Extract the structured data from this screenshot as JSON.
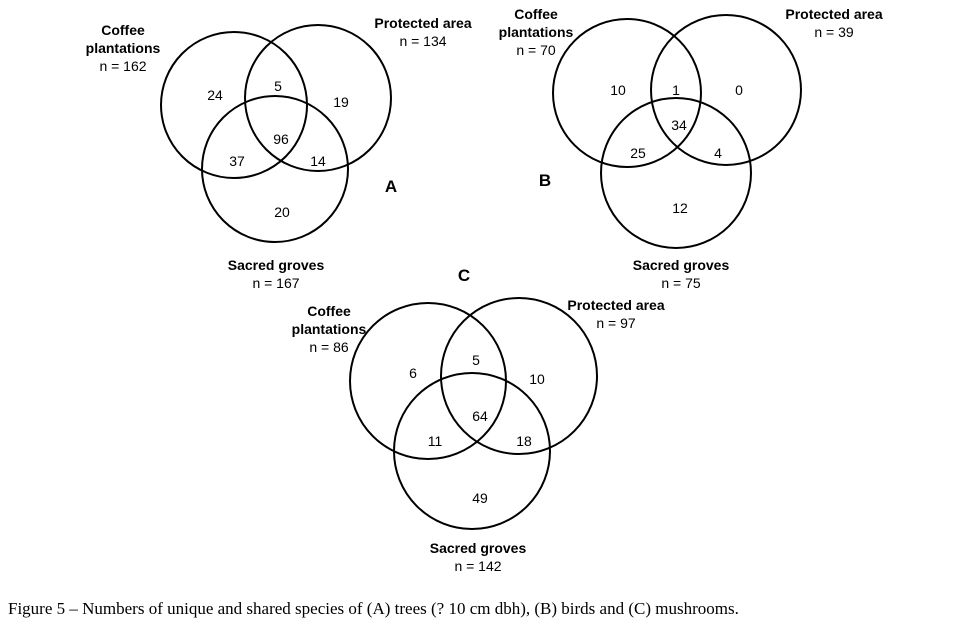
{
  "caption": "Figure 5  – Numbers of unique and shared species of (A) trees (? 10 cm dbh), (B) birds and (C) mushrooms.",
  "chart_data": [
    {
      "type": "venn",
      "panel": "A",
      "subject": "trees",
      "sets": [
        {
          "key": "coffee",
          "name_lines": [
            "Coffee",
            "plantations"
          ],
          "n_label": "n = 162",
          "n": 162
        },
        {
          "key": "protected",
          "name_lines": [
            "Protected area"
          ],
          "n_label": "n = 134",
          "n": 134
        },
        {
          "key": "sacred",
          "name_lines": [
            "Sacred groves"
          ],
          "n_label": "n = 167",
          "n": 167
        }
      ],
      "regions": {
        "coffee_only": 24,
        "protected_only": 19,
        "sacred_only": 20,
        "coffee_protected": 5,
        "coffee_sacred": 37,
        "protected_sacred": 14,
        "all_three": 96
      }
    },
    {
      "type": "venn",
      "panel": "B",
      "subject": "birds",
      "sets": [
        {
          "key": "coffee",
          "name_lines": [
            "Coffee",
            "plantations"
          ],
          "n_label": "n = 70",
          "n": 70
        },
        {
          "key": "protected",
          "name_lines": [
            "Protected area"
          ],
          "n_label": "n = 39",
          "n": 39
        },
        {
          "key": "sacred",
          "name_lines": [
            "Sacred groves"
          ],
          "n_label": "n = 75",
          "n": 75
        }
      ],
      "regions": {
        "coffee_only": 10,
        "protected_only": 0,
        "sacred_only": 12,
        "coffee_protected": 1,
        "coffee_sacred": 25,
        "protected_sacred": 4,
        "all_three": 34
      }
    },
    {
      "type": "venn",
      "panel": "C",
      "subject": "mushrooms",
      "sets": [
        {
          "key": "coffee",
          "name_lines": [
            "Coffee",
            "plantations"
          ],
          "n_label": "n = 86",
          "n": 86
        },
        {
          "key": "protected",
          "name_lines": [
            "Protected area"
          ],
          "n_label": "n = 97",
          "n": 97
        },
        {
          "key": "sacred",
          "name_lines": [
            "Sacred groves"
          ],
          "n_label": "n = 142",
          "n": 142
        }
      ],
      "regions": {
        "coffee_only": 6,
        "protected_only": 10,
        "sacred_only": 49,
        "coffee_protected": 5,
        "coffee_sacred": 11,
        "protected_sacred": 18,
        "all_three": 64
      }
    }
  ]
}
